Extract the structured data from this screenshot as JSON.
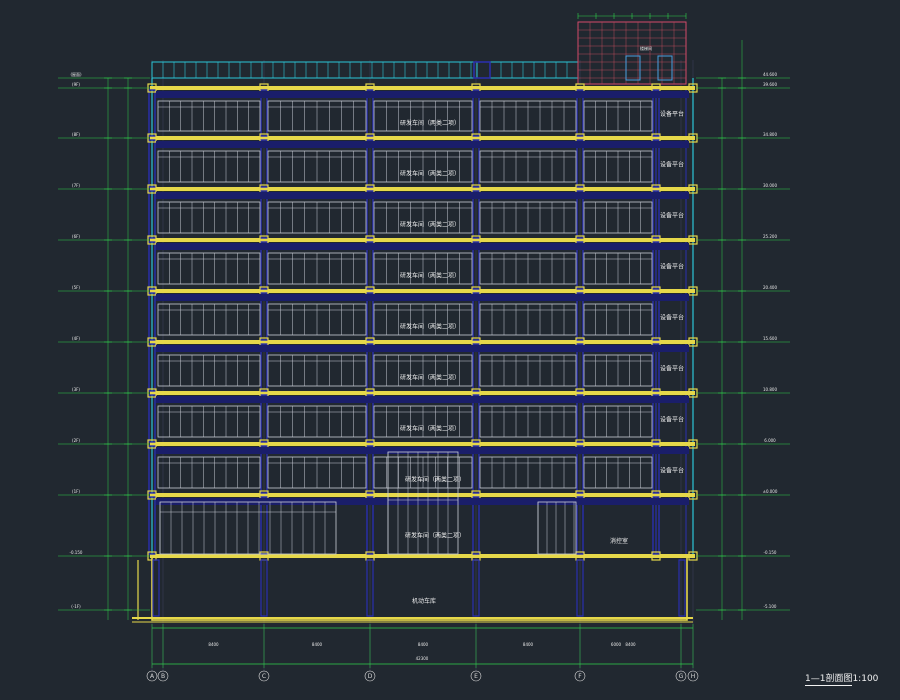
{
  "drawing": {
    "title": "1—1剖面图",
    "scale": "1:100",
    "colors": {
      "background": "#212830",
      "slab": "#e6d84a",
      "wall": "#2a2fb0",
      "window": "#c9ccd6",
      "dimension": "#2fd04a",
      "roof_rail": "#2cc6d8",
      "text": "#e8e8e8"
    }
  },
  "rooms": {
    "floor_labels": [
      "研发车间（两类二项）",
      "研发车间（两类二项）",
      "研发车间（两类二项）",
      "研发车间（两类二项）",
      "研发车间（两类二项）",
      "研发车间（两类二项）",
      "研发车间（两类二项）",
      "研发车间（两类二项）",
      "研发车间（两类二项）"
    ],
    "side_labels": [
      "设备平台",
      "设备平台",
      "设备平台",
      "设备平台",
      "设备平台",
      "设备平台",
      "设备平台",
      "设备平台"
    ],
    "control_room": "消控室",
    "basement": "机动车库",
    "roof_room": "楼梯间"
  },
  "axes": {
    "labels": [
      "A",
      "B",
      "C",
      "D",
      "E",
      "F",
      "G",
      "H"
    ],
    "bay_dims": [
      "8400",
      "8400",
      "8400",
      "8400",
      "8400",
      "6000"
    ],
    "overall": "42300"
  },
  "elevations": {
    "left": [
      "(屋面)",
      "(9F)",
      "(8F)",
      "(7F)",
      "(6F)",
      "(5F)",
      "(4F)",
      "(3F)",
      "(2F)",
      "(1F)",
      "-0.150",
      "(-1F)"
    ],
    "right": [
      "44.600",
      "39.600",
      "34.800",
      "30.000",
      "25.200",
      "20.400",
      "15.600",
      "10.800",
      "6.000",
      "±0.000",
      "-0.150",
      "-5.100"
    ]
  }
}
